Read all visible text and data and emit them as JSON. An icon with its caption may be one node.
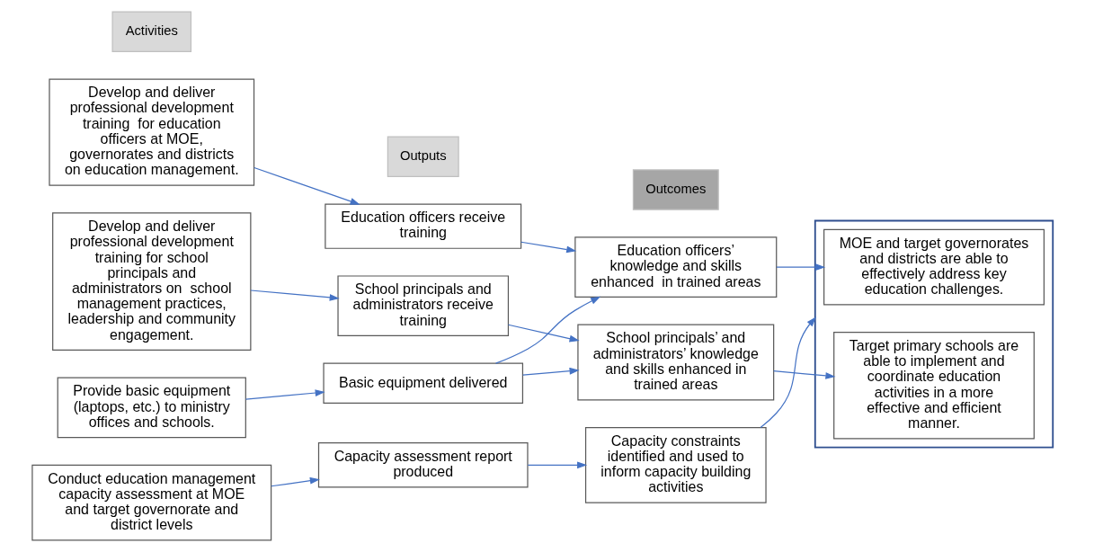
{
  "diagram": {
    "nodes": [
      {
        "text": [
          "Activities"
        ]
      },
      {
        "text": [
          "Outputs"
        ]
      },
      {
        "text": [
          "Outcomes"
        ]
      },
      {
        "text": [
          "Develop and deliver professional development training  for education officers at MOE, governorates and districts on education management."
        ]
      },
      {
        "text": [
          "Education officers receive training"
        ]
      },
      {
        "text": [
          "Education officers’ knowledge and skills enhanced  in trained areas"
        ]
      },
      {
        "text": [],
        "shape": "box"
      },
      {
        "text": [
          "MOE and target governorates and districts are able to effectively address key education challenges."
        ],
        "in": 6
      },
      {
        "text": [
          "Develop and deliver professional development training for school principals and administrators on  school management practices, leadership and community engagement."
        ]
      },
      {
        "text": [
          "School principals and  administrators receive training"
        ]
      },
      {
        "text": [
          "School principals’ and administrators’ knowledge and skills enhanced in trained areas"
        ]
      },
      {
        "text": [
          "Target primary schools are able to implement and coordinate education activities in a more effective and efficient manner."
        ],
        "in": 6
      },
      {
        "text": [
          "Provide basic equipment (laptops, etc.) to ministry offices and schools."
        ]
      },
      {
        "text": [
          "Basic equipment delivered"
        ]
      },
      {
        "text": [
          "Conduct education management capacity assessment at MOE and target governorate and district levels"
        ]
      },
      {
        "text": [
          "Capacity assessment report produced"
        ]
      },
      {
        "text": [
          "Capacity constraints identified and used to inform capacity building activities"
        ]
      }
    ],
    "edges": [
      {
        "from": 3,
        "to": 4,
        "arrow": "to"
      },
      {
        "from": 4,
        "to": 5,
        "arrow": "to"
      },
      {
        "from": 5,
        "to": 7,
        "arrow": "to"
      },
      {
        "from": 8,
        "to": 9,
        "arrow": "to"
      },
      {
        "from": 9,
        "to": 10,
        "arrow": "to"
      },
      {
        "from": 10,
        "to": 11,
        "arrow": "to"
      },
      {
        "from": 12,
        "to": 13,
        "arrow": "to"
      },
      {
        "from": 13,
        "to": 5,
        "arrow": "to"
      },
      {
        "from": 13,
        "to": 10,
        "arrow": "to"
      },
      {
        "from": 14,
        "to": 15,
        "arrow": "to"
      },
      {
        "from": 15,
        "to": 16,
        "arrow": "to"
      },
      {
        "from": 16,
        "to": 6,
        "arrow": "to"
      }
    ]
  }
}
